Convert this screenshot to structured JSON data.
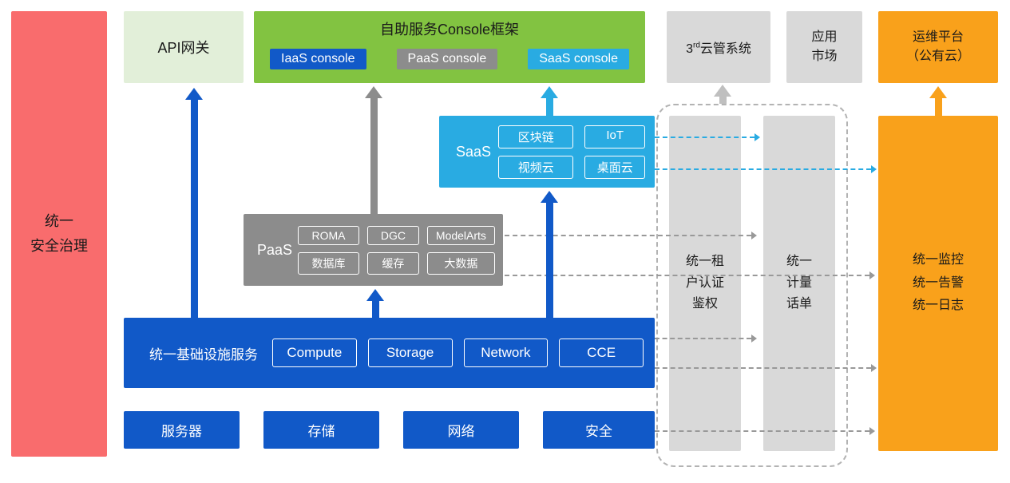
{
  "appearance": {
    "colors": {
      "security_red": "#F96C6D",
      "api_gateway_light_green": "#E2EFD9",
      "console_green": "#82C341",
      "primary_blue": "#1159C8",
      "paas_gray": "#8C8C8C",
      "panel_light_gray": "#D9D9D9",
      "saas_cyan": "#29ABE2",
      "ops_orange": "#F9A11B",
      "dashed_line_gray": "#999999"
    }
  },
  "left_bar": {
    "label": "统一\n安全治理"
  },
  "top_row": {
    "api_gateway": {
      "label": "API网关"
    },
    "console": {
      "title": "自助服务Console框架",
      "consoles": [
        {
          "label": "IaaS console"
        },
        {
          "label": "PaaS console"
        },
        {
          "label": "SaaS console"
        }
      ]
    },
    "third_cloud": {
      "prefix": "3",
      "sup": "rd",
      "suffix": "云管系统"
    },
    "app_market": {
      "label": "应用\n市场"
    },
    "ops_platform": {
      "label": "运维平台\n（公有云）"
    }
  },
  "saas": {
    "label": "SaaS",
    "services": [
      "区块链",
      "IoT",
      "视频云",
      "桌面云"
    ]
  },
  "paas": {
    "label": "PaaS",
    "services": [
      "ROMA",
      "DGC",
      "ModelArts",
      "数据库",
      "缓存",
      "大数据"
    ]
  },
  "infra": {
    "label": "统一基础设施服务",
    "services": [
      "Compute",
      "Storage",
      "Network",
      "CCE"
    ]
  },
  "hardware": [
    "服务器",
    "存储",
    "网络",
    "安全"
  ],
  "right_bars": {
    "auth": {
      "label": "统一租\n户认证\n鉴权"
    },
    "metering": {
      "label": "统一\n计量\n话单"
    },
    "monitoring": {
      "label": "统一监控\n统一告警\n统一日志"
    }
  }
}
